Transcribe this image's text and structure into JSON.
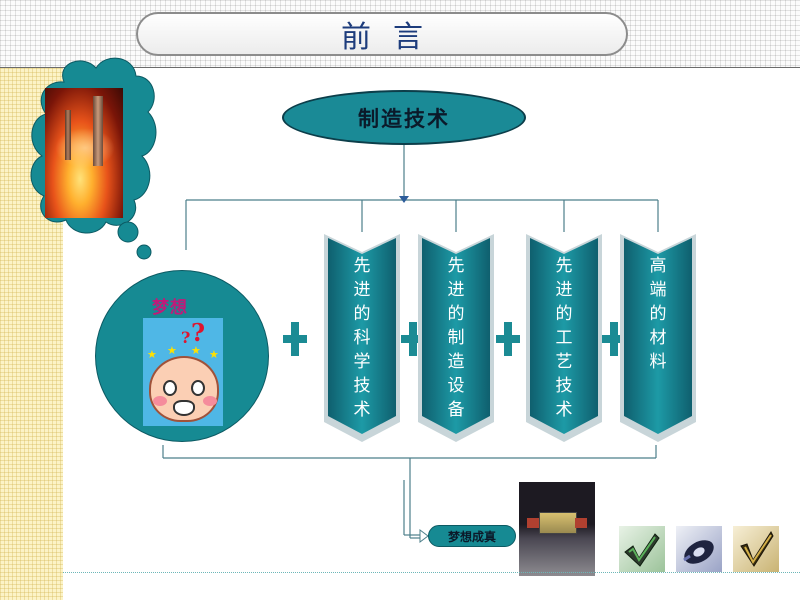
{
  "slide": {
    "title": "前言",
    "root_node": "制造技术",
    "dream_label": "梦想",
    "result_label": "梦想成真",
    "pillars": [
      {
        "chars": [
          "先",
          "进",
          "的",
          "科",
          "学",
          "技",
          "术"
        ]
      },
      {
        "chars": [
          "先",
          "进",
          "的",
          "制",
          "造",
          "设",
          "备"
        ]
      },
      {
        "chars": [
          "先",
          "进",
          "的",
          "工",
          "艺",
          "技",
          "术"
        ]
      },
      {
        "chars": [
          "高",
          "端",
          "的",
          "材",
          "料"
        ]
      }
    ]
  },
  "colors": {
    "teal": "#1b8b94",
    "dark_teal": "#0c3e4a",
    "title_blue": "#1d3c7c",
    "dream_magenta": "#c11a79",
    "pale_yellow": "#fcf3c6"
  },
  "icons": [
    "rocket-launch-photo",
    "question-face-photo",
    "lunar-lander-photo",
    "green-check-icon",
    "blue-cd-icon",
    "gold-check-icon"
  ]
}
